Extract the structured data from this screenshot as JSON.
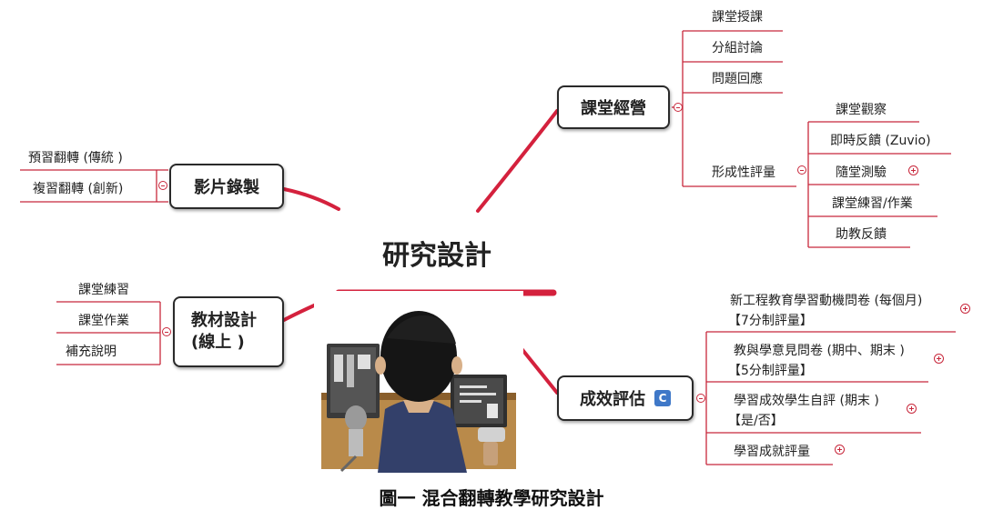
{
  "diagram": {
    "center": "研究設計",
    "caption": "圖一 混合翻轉教學研究設計",
    "colors": {
      "branch": "#d4213d",
      "line": "#c8283c",
      "badge": "#3f78c8"
    },
    "branches": {
      "video": {
        "label": "影片錄製",
        "children": [
          "預習翻轉 (傳統 )",
          "複習翻轉 (創新)"
        ]
      },
      "material": {
        "label_line1": "教材設計",
        "label_line2": "(線上 )",
        "children": [
          "課堂練習",
          "課堂作業",
          "補充說明"
        ]
      },
      "classroom": {
        "label": "課堂經營",
        "children": [
          "課堂授課",
          "分組討論",
          "問題回應"
        ],
        "formative": {
          "label": "形成性評量",
          "children": [
            "課堂觀察",
            "即時反饋 (Zuvio)",
            "隨堂測驗",
            "課堂練習/作業",
            "助教反饋"
          ]
        }
      },
      "outcome": {
        "label": "成效評估",
        "badge": "C",
        "children": [
          {
            "line1": "新工程教育學習動機問卷 (每個月)",
            "line2": "【7分制評量】"
          },
          {
            "line1": "教與學意見問卷 (期中、期末 )",
            "line2": "【5分制評量】"
          },
          {
            "line1": "學習成效學生自評 (期末 )",
            "line2": "【是/否】"
          },
          {
            "line1": "學習成就評量",
            "line2": ""
          }
        ]
      }
    }
  }
}
